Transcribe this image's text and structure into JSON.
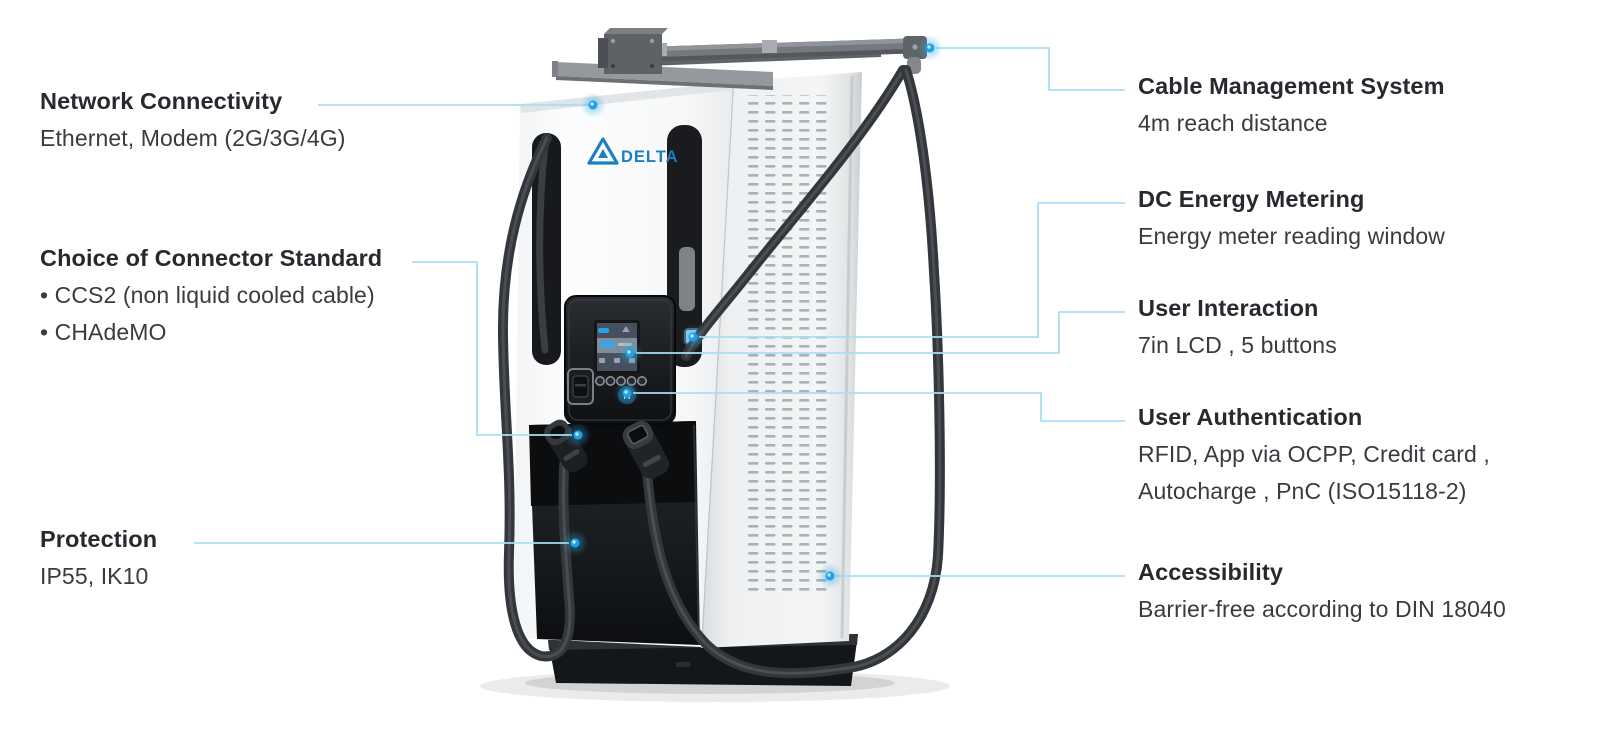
{
  "colors": {
    "background": "#ffffff",
    "callout_line": "#a9def5",
    "callout_dot": "#1fa3e6",
    "heading_text": "#26292e",
    "body_text": "#383b40",
    "brand_blue": "#1a7fc4"
  },
  "device": {
    "brand": "DELTA",
    "type": "DC EV fast charger with dual cables, cable management arm, LCD panel and RFID reader"
  },
  "callouts": {
    "left": [
      {
        "title": "Network Connectivity",
        "lines": [
          "Ethernet, Modem (2G/3G/4G)"
        ]
      },
      {
        "title": "Choice of Connector Standard",
        "lines": [
          "• CCS2 (non liquid cooled cable)",
          "• CHAdeMO"
        ]
      },
      {
        "title": "Protection",
        "lines": [
          "IP55, IK10"
        ]
      }
    ],
    "right": [
      {
        "title": "Cable Management System",
        "lines": [
          "4m reach distance"
        ]
      },
      {
        "title": "DC Energy Metering",
        "lines": [
          "Energy meter reading window"
        ]
      },
      {
        "title": "User Interaction",
        "lines": [
          "7in LCD , 5 buttons"
        ]
      },
      {
        "title": "User Authentication",
        "lines": [
          "RFID, App via OCPP, Credit card ,",
          "Autocharge , PnC (ISO15118-2)"
        ]
      },
      {
        "title": "Accessibility",
        "lines": [
          "Barrier-free according to DIN 18040"
        ]
      }
    ]
  }
}
